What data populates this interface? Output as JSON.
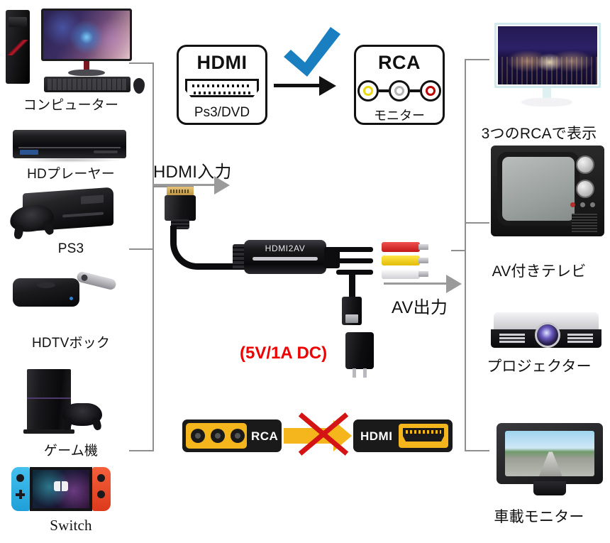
{
  "diagram": {
    "title_alt": "HDMI to AV (RCA) converter connection diagram",
    "colors": {
      "check_blue": "#1a7fc1",
      "warning_red": "#ee0000",
      "x_red": "#d41414",
      "connector_yellow": "#f5b51d",
      "arrow_gray": "#9a9a9a",
      "bracket_gray": "#8e8e8e",
      "rca_yellow": "#f2e712",
      "rca_white": "#c9c9c9",
      "rca_red": "#c00000"
    }
  },
  "sources": {
    "bracket_label": "input-sources",
    "items": [
      {
        "id": "computer",
        "label": "コンピューター"
      },
      {
        "id": "hd-player",
        "label": "HDプレーヤー"
      },
      {
        "id": "ps3",
        "label": "PS3"
      },
      {
        "id": "hdtv-box",
        "label": "HDTVボック"
      },
      {
        "id": "game-console",
        "label": "ゲーム機"
      },
      {
        "id": "switch",
        "label": "Switch"
      }
    ]
  },
  "outputs": {
    "bracket_label": "output-displays",
    "items": [
      {
        "id": "lcd-monitor",
        "label": "3つのRCAで表示"
      },
      {
        "id": "crt-tv",
        "label": "AV付きテレビ"
      },
      {
        "id": "projector",
        "label": "プロジェクター"
      },
      {
        "id": "car-monitor",
        "label": "車載モニター"
      }
    ]
  },
  "top_panel": {
    "hdmi_box": {
      "title": "HDMI",
      "subtitle": "Ps3/DVD"
    },
    "rca_box": {
      "title": "RCA",
      "subtitle": "モニター",
      "jacks": [
        {
          "name": "video-yellow",
          "color": "#f2e712"
        },
        {
          "name": "audio-left-white",
          "color": "#c9c9c9"
        },
        {
          "name": "audio-right-red",
          "color": "#c00000"
        }
      ]
    },
    "check_mark": "✓",
    "direction": "HDMI → RCA"
  },
  "flow": {
    "input_arrow_label": "HDMI入力",
    "output_arrow_label": "AV出力",
    "converter_label": "HDMI2AV",
    "power_label": "(5V/1A DC)"
  },
  "reverse_panel": {
    "from_label": "RCA",
    "to_label": "HDMI",
    "not_supported": "✕",
    "note": "RCA to HDMI is not supported"
  }
}
